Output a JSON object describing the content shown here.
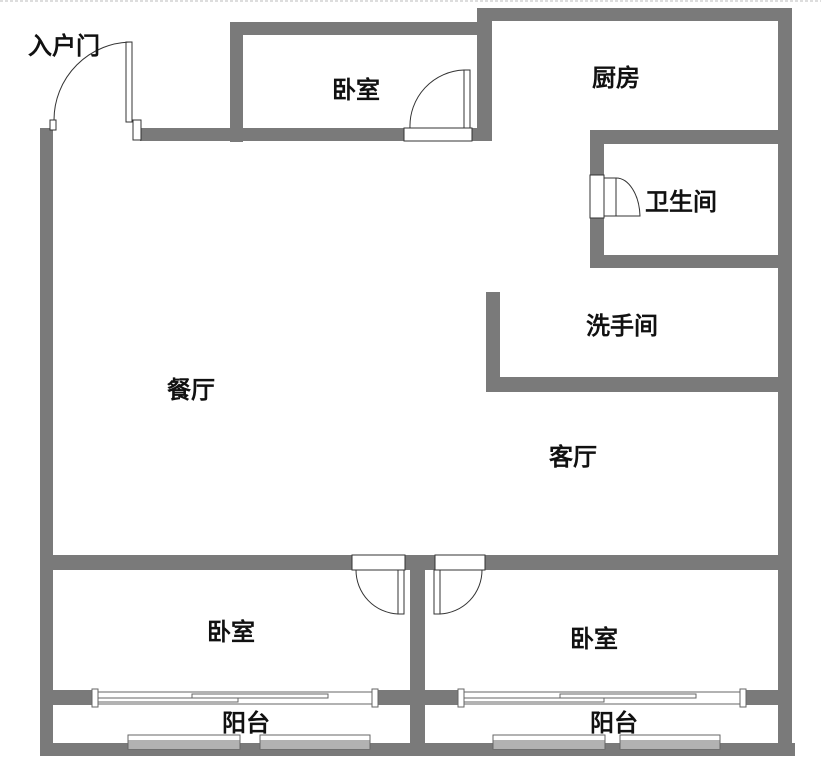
{
  "colors": {
    "wall": "#7a7a7a",
    "background": "#ffffff",
    "text": "#111111"
  },
  "rooms": {
    "entry_door": "入户门",
    "bedroom_top": "卧室",
    "kitchen": "厨房",
    "bathroom": "卫生间",
    "washroom": "洗手间",
    "dining": "餐厅",
    "living": "客厅",
    "bedroom_left": "卧室",
    "bedroom_right": "卧室",
    "balcony_left": "阳台",
    "balcony_right": "阳台"
  }
}
